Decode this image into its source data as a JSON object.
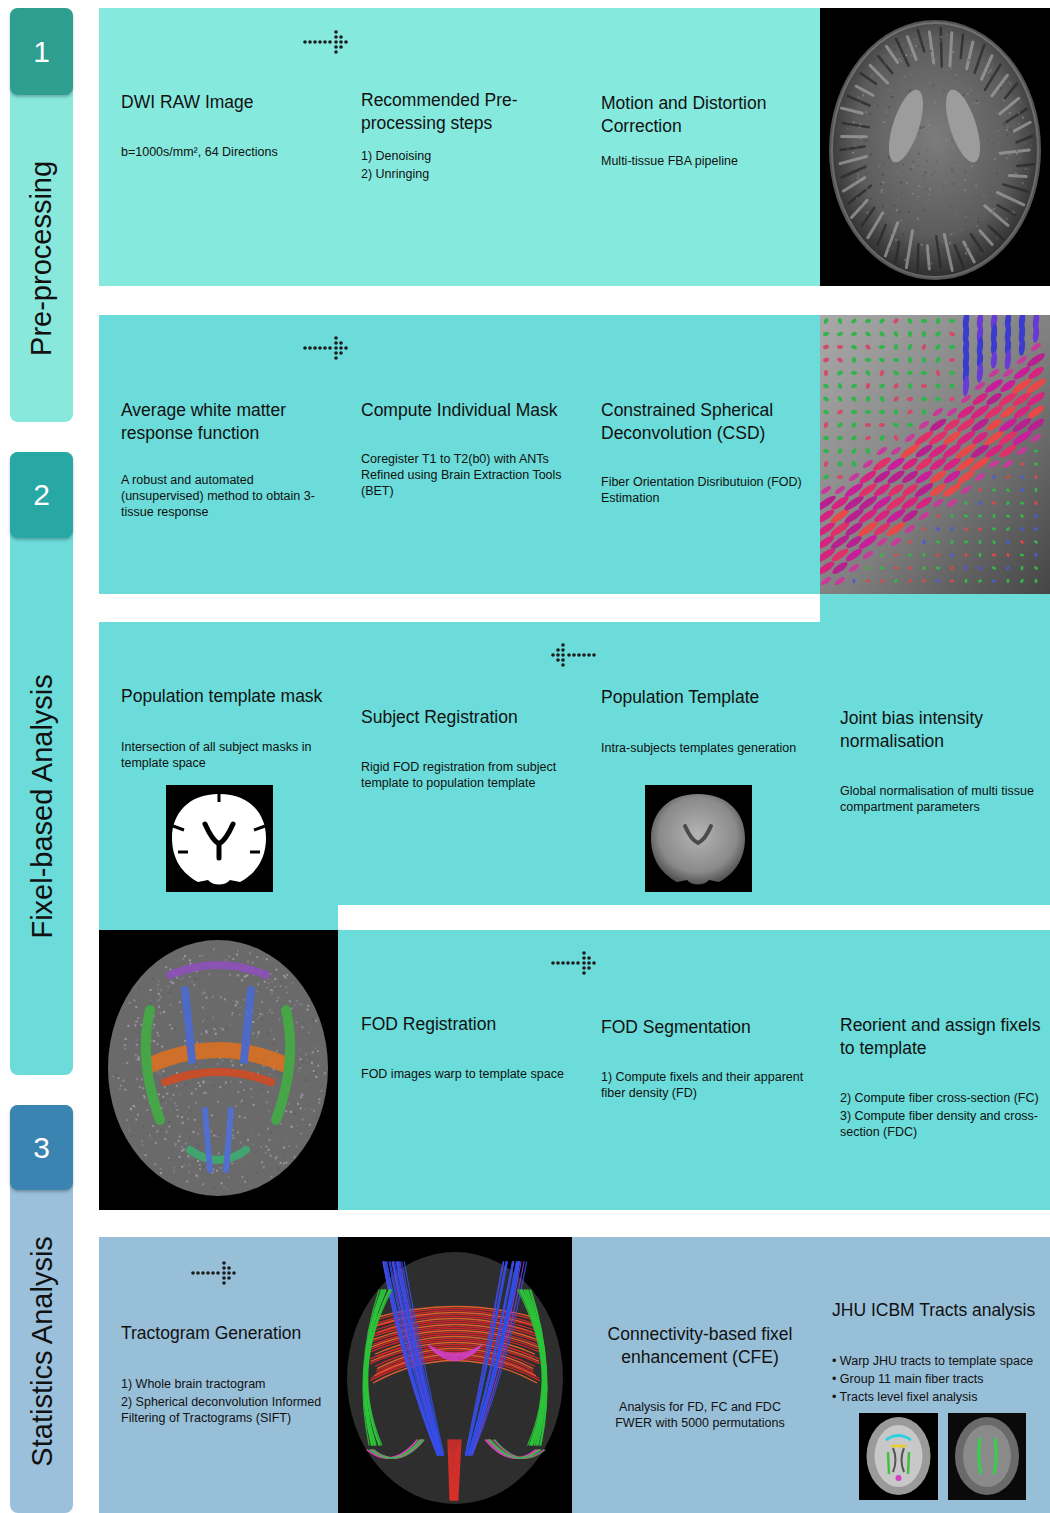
{
  "diagram": {
    "nodes": [
      {
        "text": [
          "Pre-processing"
        ]
      },
      {
        "text": [
          "1"
        ],
        "in": 0
      },
      {
        "text": []
      },
      {
        "text": [
          "DWI RAW Image",
          "b=1000s/mm², 64 Directions"
        ],
        "in": 2
      },
      {
        "text": [
          "Recommended Pre-processing steps",
          "1) Denoising",
          "2) Unringing"
        ],
        "in": 2
      },
      {
        "text": [
          "Motion and Distortion Correction",
          "Multi-tissue FBA pipeline"
        ],
        "in": 2
      },
      {
        "text": [
          "Fixel-based Analysis"
        ]
      },
      {
        "text": [
          "2"
        ],
        "in": 6
      },
      {
        "text": []
      },
      {
        "text": [
          "Average white matter response function",
          "A robust and automated (unsupervised) method to obtain 3-tissue response"
        ],
        "in": 8
      },
      {
        "text": [
          "Compute Individual Mask",
          "Coregister T1 to T2(b0) with ANTs Refined using Brain Extraction Tools (BET)"
        ],
        "in": 8
      },
      {
        "text": [
          "Constrained Spherical Deconvolution (CSD)",
          "Fiber Orientation Disributuion (FOD) Estimation"
        ],
        "in": 8
      },
      {
        "text": []
      },
      {
        "text": [
          "Population template mask",
          "Intersection of all subject masks in template space"
        ],
        "in": 12
      },
      {
        "text": [
          "Subject Registration",
          "Rigid FOD registration from subject template to population template"
        ],
        "in": 12
      },
      {
        "text": [
          "Population Template",
          "Intra-subjects templates generation"
        ],
        "in": 12
      },
      {
        "text": [
          "Joint bias intensity normalisation",
          "Global normalisation of multi tissue compartment parameters"
        ],
        "in": 12
      },
      {
        "text": []
      },
      {
        "text": [
          "FOD Registration",
          "FOD images warp to template space"
        ],
        "in": 17
      },
      {
        "text": [
          "FOD Segmentation",
          "1) Compute fixels and their apparent fiber density (FD)"
        ],
        "in": 17
      },
      {
        "text": [
          "Reorient and assign fixels to template",
          "2) Compute fiber cross-section (FC)",
          "3) Compute fiber density and cross-section (FDC)"
        ],
        "in": 17
      },
      {
        "text": [
          "Statistics Analysis"
        ]
      },
      {
        "text": [
          "3"
        ],
        "in": 21
      },
      {
        "text": []
      },
      {
        "text": [
          "Tractogram Generation",
          "1) Whole brain tractogram",
          "2) Spherical deconvolution Informed Filtering of Tractograms (SIFT)"
        ],
        "in": 23
      },
      {
        "text": [
          "Connectivity-based fixel enhancement (CFE)",
          "Analysis for FD, FC and FDC FWER with 5000 permutations"
        ],
        "in": 23
      },
      {
        "text": [
          "JHU ICBM Tracts analysis",
          "• Warp JHU tracts to template space",
          "• Group 11 main fiber tracts",
          "• Tracts level fixel analysis"
        ],
        "in": 23
      }
    ]
  }
}
